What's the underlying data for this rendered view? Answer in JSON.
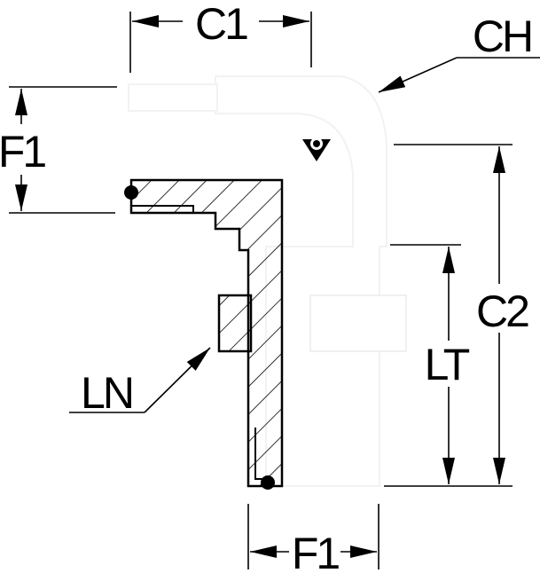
{
  "labels": {
    "c1": "C1",
    "ch": "CH",
    "f1_left": "F1",
    "c2": "C2",
    "lt": "LT",
    "ln": "LN",
    "f1_bottom": "F1"
  },
  "logo": {
    "icon": "dunlop-logo-icon"
  },
  "colors": {
    "line": "#000000",
    "body": "#ffffff"
  }
}
